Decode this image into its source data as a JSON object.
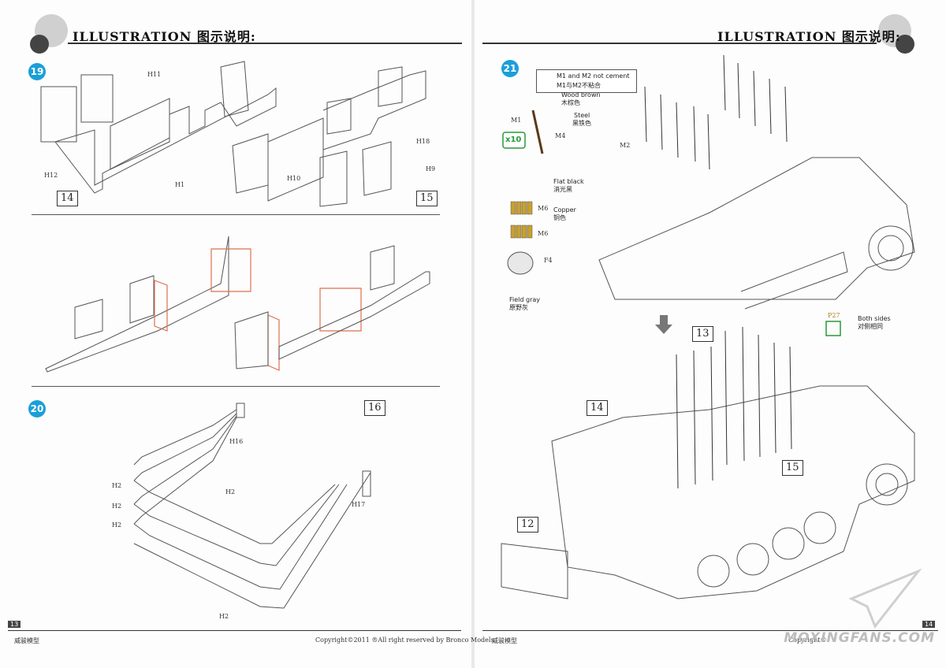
{
  "header": {
    "title_left": "ILLUSTRATION 图示说明:",
    "title_right": "ILLUSTRATION 图示说明:"
  },
  "steps": {
    "s19": "19",
    "s20": "20",
    "s21": "21"
  },
  "box_numbers": {
    "b14_top": "14",
    "b15_top": "15",
    "b16": "16",
    "b13": "13",
    "b14": "14",
    "b15": "15",
    "b12": "12"
  },
  "part_labels": {
    "h11": "H11",
    "h12": "H12",
    "h1": "H1",
    "h18": "H18",
    "h10": "H10",
    "h9": "H9",
    "h16": "H16",
    "h2": "H2",
    "h17": "H17",
    "m1": "M1",
    "m4": "M4",
    "m2": "M2",
    "m6": "M6",
    "f4": "F4",
    "p27": "P27"
  },
  "notes": {
    "warn_en": "M1 and M2 not cement",
    "warn_cn": "M1与M2不粘合",
    "wood_en": "Wood brown",
    "wood_cn": "木棕色",
    "steel_en": "Steel",
    "steel_cn": "黑铁色",
    "x10": "x10",
    "flat_en": "Flat black",
    "flat_cn": "消光黑",
    "copper_en": "Copper",
    "copper_cn": "铜色",
    "field_en": "Field gray",
    "field_cn": "原野灰",
    "both_en": "Both sides",
    "both_cn": "对侧相同"
  },
  "footer": {
    "left_brand": "威骏模型",
    "left_copyright": "Copyright©2011 ®All right reserved by Bronco Models",
    "right_brand": "威骏模型",
    "right_copyright": "Copyright©",
    "page_left": "13",
    "page_right": "14"
  },
  "watermark": "MOXINGFANS.COM",
  "colors": {
    "step_badge": "#1a9fd9",
    "highlight_parts": "#e07050",
    "warn_star": "#d42020",
    "ammo_gold": "#c8a030",
    "x10_green": "#2a9a3a",
    "wood_brown": "#8a5a2a"
  }
}
